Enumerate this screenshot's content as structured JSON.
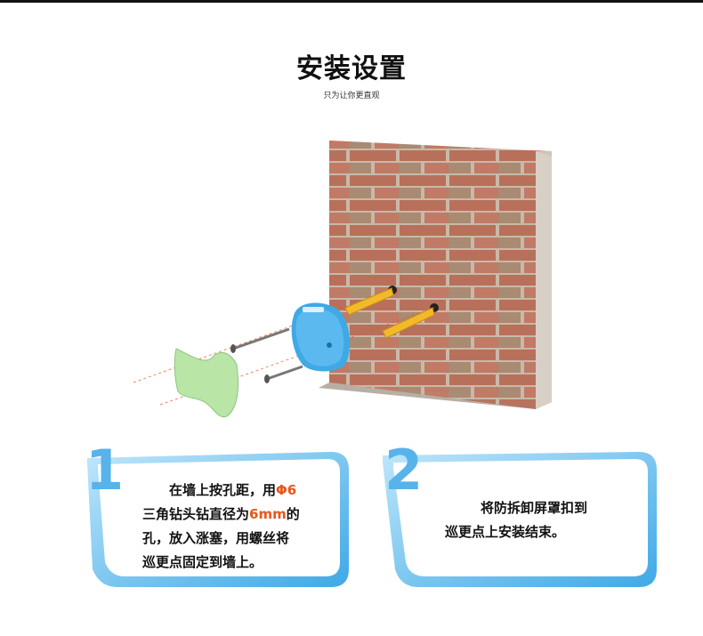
{
  "header": {
    "title": "安装设置",
    "subtitle": "只为让你更直观"
  },
  "colors": {
    "accent_blue": "#3fa9e6",
    "highlight_orange": "#e8551d",
    "brick": "#b8705a",
    "anchor_yellow": "#f2b92b"
  },
  "steps": [
    {
      "number": "1",
      "lines": [
        {
          "a": "在墙上按孔距，用",
          "hl": "Φ6",
          "b": ""
        },
        {
          "a": "三角钻头钻直径为",
          "hl": "6mm",
          "b": "的"
        },
        {
          "a": "孔，放入涨塞，用螺丝将",
          "hl": "",
          "b": ""
        },
        {
          "a": "巡更点固定到墙上。",
          "hl": "",
          "b": ""
        }
      ]
    },
    {
      "number": "2",
      "lines": [
        {
          "a": "将防拆卸屏罩扣到",
          "hl": "",
          "b": ""
        },
        {
          "a": "巡更点上安装结束。",
          "hl": "",
          "b": ""
        }
      ]
    }
  ]
}
